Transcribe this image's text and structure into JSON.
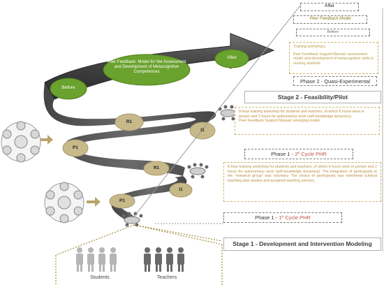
{
  "top_boxes": {
    "after": "After",
    "model": "Peer Feedback Model",
    "before": "Before"
  },
  "phase2": {
    "desc_line1": "Training workshops.",
    "desc_line2": "Peer Feedback Support Manual: assessment model and development of metacognitive skills in nursing students",
    "title": "Phase 2 - Quasi-Experimental"
  },
  "stage2": {
    "title": "Stage 2 - Feasibility/Pilot",
    "desc_line1": "8-hour training workshop for students and teachers, of which 6 hours were in person and 2 hours for autonomous work (self-knowledge dynamics).",
    "desc_line2": "Peer Feedback Support Manual: emerging model"
  },
  "phase1_2nd": {
    "prefix": "Phase 1 - ",
    "cycle": "2º Cycle PHR",
    "desc": "8-hour training workshop for students and teachers, of which 6 hours were in person and 2 hours for autonomous work (self-knowledge dynamics). The integration of participants in the \"research group\" was voluntary. The choice of participants was intentional (clinical teaching plan studies and assigned teaching service)"
  },
  "phase1_1st": {
    "prefix": "Phase 1 - ",
    "cycle": "1º Cycle PHR"
  },
  "stage1": {
    "title": "Stage 1 - Development and Intervention Modeling"
  },
  "arrow": {
    "before": "Before",
    "middle": "Peer Feedback: Model for the Assessment and Development of Metacognitive Competences",
    "after": "After"
  },
  "nodes": {
    "r1_upper": "R1",
    "i1_upper": "I1",
    "p1_upper": "P1",
    "r1_lower": "R1",
    "i1_lower": "I1",
    "p1_lower": "P1"
  },
  "people": {
    "students": "Students",
    "teachers": "Teachers"
  },
  "colors": {
    "green": "#6aa22e",
    "gold_node": "#c8b98a",
    "arrow_dark": "#3d3d3d",
    "gold_border": "#c9b46a"
  }
}
